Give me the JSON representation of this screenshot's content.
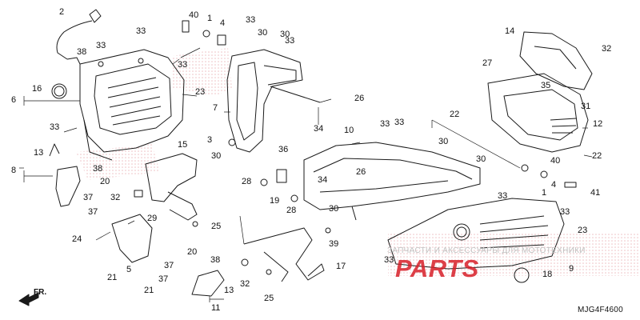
{
  "diagram_code": "MJG4F4600",
  "direction_label": "FR.",
  "watermark": {
    "line1": "ЗАПЧАСТИ И АКСЕССУАРЫ ДЛЯ МОТОТЕХНИКИ",
    "line2": "PARTS"
  },
  "callouts": [
    "2",
    "40",
    "1",
    "4",
    "33",
    "30",
    "30",
    "33",
    "33",
    "38",
    "33",
    "33",
    "23",
    "16",
    "6",
    "7",
    "26",
    "33",
    "34",
    "3",
    "30",
    "14",
    "27",
    "32",
    "35",
    "31",
    "22",
    "12",
    "22",
    "40",
    "4",
    "1",
    "41",
    "10",
    "33",
    "33",
    "36",
    "30",
    "30",
    "26",
    "34",
    "28",
    "19",
    "28",
    "33",
    "33",
    "23",
    "8",
    "13",
    "38",
    "20",
    "37",
    "37",
    "15",
    "30",
    "32",
    "29",
    "25",
    "24",
    "5",
    "21",
    "18",
    "9",
    "39",
    "17",
    "32",
    "25",
    "33",
    "20",
    "38",
    "37",
    "37",
    "13",
    "11",
    "21",
    "41"
  ],
  "colors": {
    "line": "#1a1a1a",
    "watermark_hatch": "#e7a9ae",
    "watermark_red": "#d71e28"
  }
}
